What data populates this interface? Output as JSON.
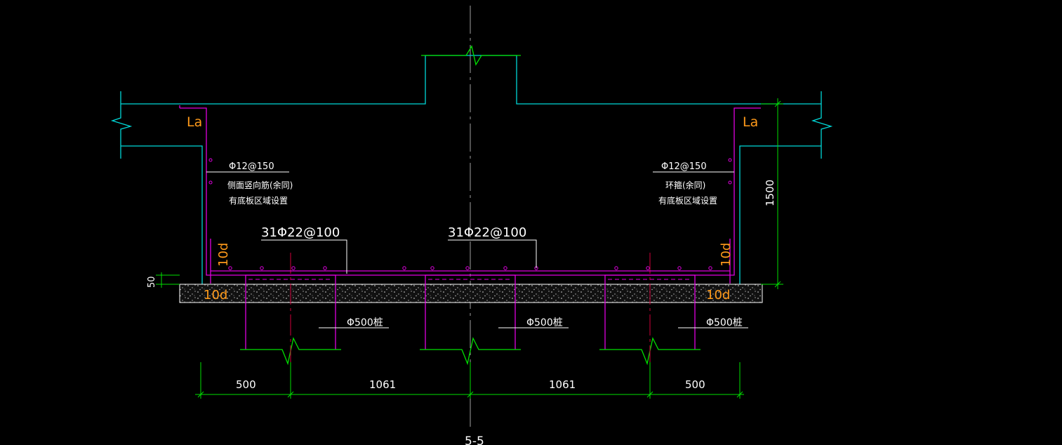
{
  "drawing": {
    "section_title": "5-5",
    "colors": {
      "background": "#000000",
      "concrete": "#00d8d8",
      "rebar": "#e000e0",
      "dimension": "#00e000",
      "text": "#ffffff",
      "annotation": "#ff9a1a",
      "centerline": "#a0a0a0",
      "pile_axis": "#d0003a",
      "cushion": "#ffffff"
    },
    "labels": {
      "anchor_left": "La",
      "anchor_right": "La",
      "hook_left_top": "10d",
      "hook_left_bottom": "10d",
      "hook_right_top": "10d",
      "hook_right_bottom": "10d"
    },
    "notes": {
      "left_bar": "Φ12@150",
      "left_line1": "侧面竖向筋(余同)",
      "left_line2": "有底板区域设置",
      "right_bar": "Φ12@150",
      "right_line1": "环箍(余同)",
      "right_line2": "有底板区域设置",
      "main_bar_left": "31Φ22@100",
      "main_bar_right": "31Φ22@100"
    },
    "piles": {
      "left": "Φ500桩",
      "middle": "Φ500桩",
      "right": "Φ500桩"
    },
    "dimensions": {
      "seg1": "500",
      "seg2": "1061",
      "seg3": "1061",
      "seg4": "500",
      "height": "1500",
      "cushion": "50"
    }
  }
}
